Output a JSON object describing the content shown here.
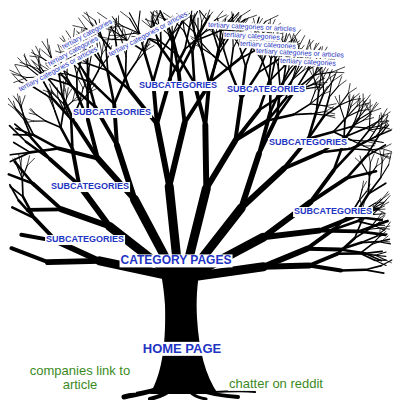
{
  "diagram": {
    "labels": [
      "tertiary categories or articles",
      "tertiary categories or articles",
      "tertiary categories",
      "tertiary categories",
      "tertiary categories",
      "tertiary categories or articles",
      "tertiary categories",
      "tertiary categories",
      "tertiary categories or articles",
      "SUBCATEGORIES",
      "SUBCATEGORIES",
      "SUBCATEGORIES",
      "SUBCATEGORIES",
      "SUBCATEGORIES",
      "SUBCATEGORIES",
      "SUBCATEGORIES",
      "CATEGORY PAGES",
      "HOME PAGE",
      "companies link to article",
      "chatter on reddit"
    ]
  }
}
